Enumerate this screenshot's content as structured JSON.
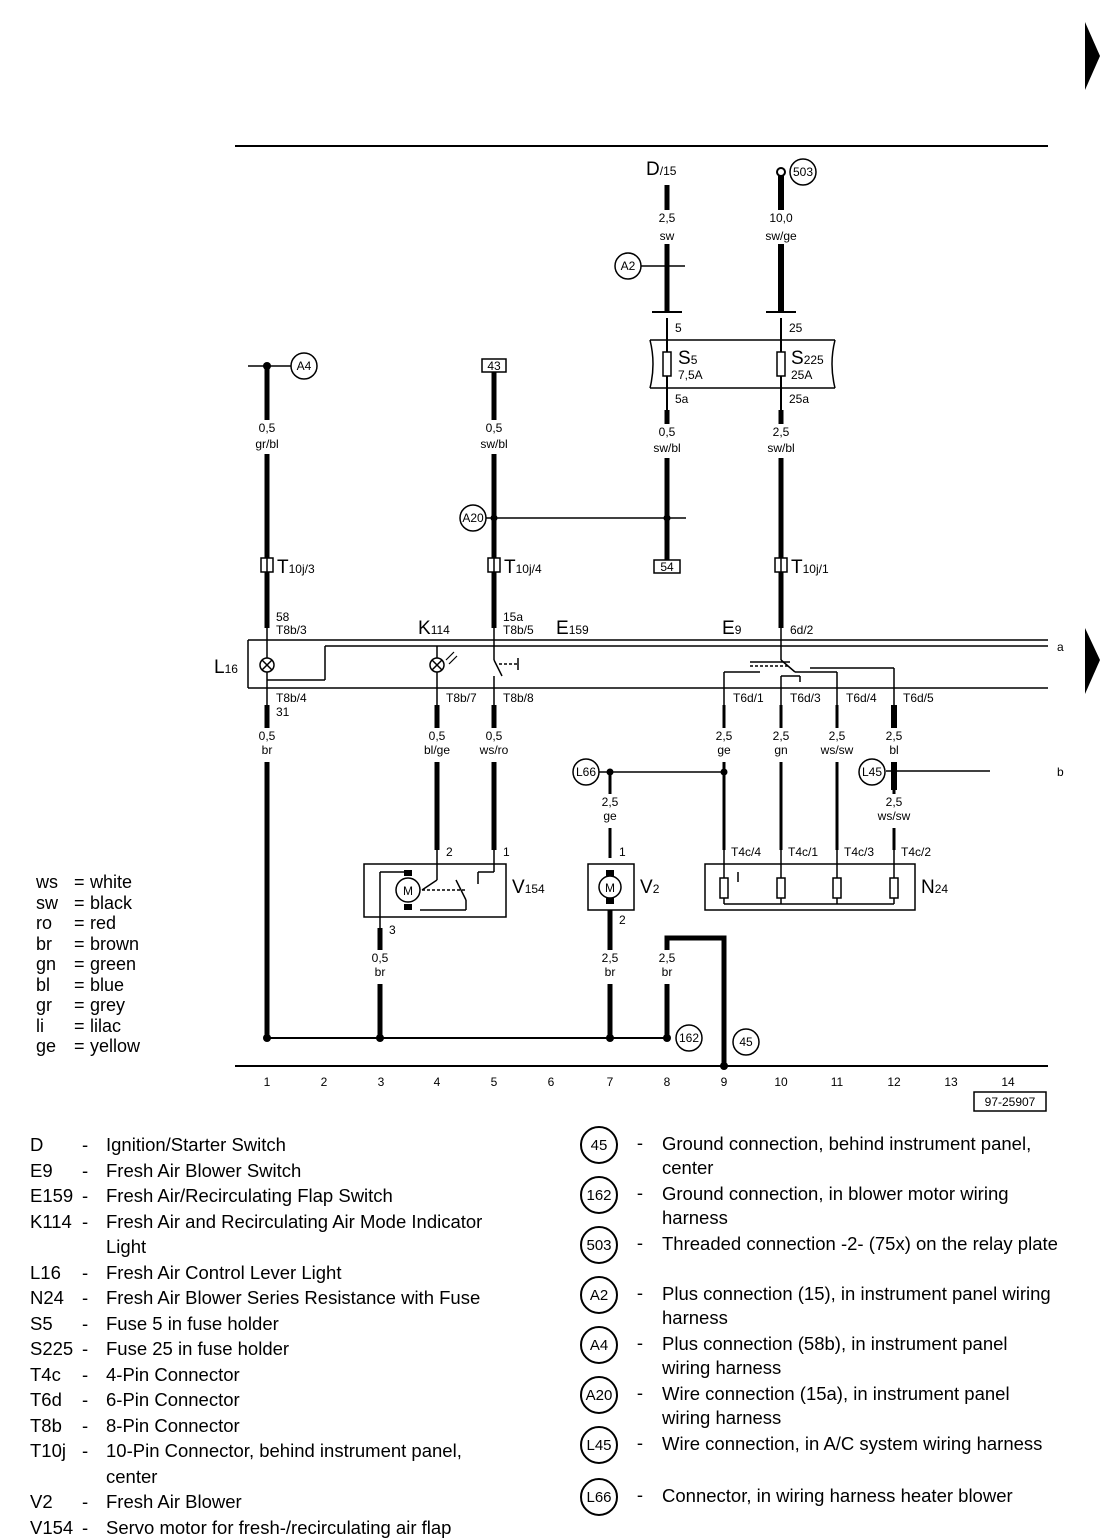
{
  "diagram": {
    "reference": "97-25907",
    "column_numbers": [
      "1",
      "2",
      "3",
      "4",
      "5",
      "6",
      "7",
      "8",
      "9",
      "10",
      "11",
      "12",
      "13",
      "14"
    ],
    "labels": {
      "d_main": "D",
      "d_sub": "/15",
      "s5_main": "S",
      "s5_sub": "5",
      "s5_rating": "7,5A",
      "s225_main": "S",
      "s225_sub": "225",
      "s225_rating": "25A",
      "t10j3_main": "T",
      "t10j3_sub": "10j/3",
      "t10j4_main": "T",
      "t10j4_sub": "10j/4",
      "t10j1_main": "T",
      "t10j1_sub": "10j/1",
      "k114_main": "K",
      "k114_sub": "114",
      "e159_main": "E",
      "e159_sub": "159",
      "e9_main": "E",
      "e9_sub": "9",
      "l16_main": "L",
      "l16_sub": "16",
      "v154_main": "V",
      "v154_sub": "154",
      "v2_main": "V",
      "v2_sub": "2",
      "n24_main": "N",
      "n24_sub": "24",
      "letter_a": "a",
      "letter_b": "b",
      "box_43": "43",
      "box_54": "54",
      "pin_5": "5",
      "pin_5a": "5a",
      "pin_25": "25",
      "pin_25a": "25a",
      "pin_58": "58",
      "pin_t8b3": "T8b/3",
      "pin_15a": "15a",
      "pin_t8b5": "T8b/5",
      "pin_6d2": "6d/2",
      "pin_t8b4": "T8b/4",
      "pin_31": "31",
      "pin_t8b7": "T8b/7",
      "pin_t8b8": "T8b/8",
      "pin_t6d1": "T6d/1",
      "pin_t6d3": "T6d/3",
      "pin_t6d4": "T6d/4",
      "pin_t6d5": "T6d/5",
      "pin_v154_2": "2",
      "pin_v154_1": "1",
      "pin_v154_3": "3",
      "pin_v2_1": "1",
      "pin_v2_2": "2",
      "pin_t4c4": "T4c/4",
      "pin_t4c1": "T4c/1",
      "pin_t4c3": "T4c/3",
      "pin_t4c2": "T4c/2",
      "motor_m": "M"
    },
    "wires": [
      {
        "id": "w1",
        "size": "2,5",
        "color": "sw"
      },
      {
        "id": "w2",
        "size": "10,0",
        "color": "sw/ge"
      },
      {
        "id": "w3",
        "size": "0,5",
        "color": "gr/bl"
      },
      {
        "id": "w4",
        "size": "0,5",
        "color": "sw/bl"
      },
      {
        "id": "w5",
        "size": "0,5",
        "color": "sw/bl"
      },
      {
        "id": "w6",
        "size": "2,5",
        "color": "sw/bl"
      },
      {
        "id": "w7",
        "size": "0,5",
        "color": "br"
      },
      {
        "id": "w8",
        "size": "0,5",
        "color": "bl/ge"
      },
      {
        "id": "w9",
        "size": "0,5",
        "color": "ws/ro"
      },
      {
        "id": "w10",
        "size": "2,5",
        "color": "ge"
      },
      {
        "id": "w11",
        "size": "2,5",
        "color": "gn"
      },
      {
        "id": "w12",
        "size": "2,5",
        "color": "ws/sw"
      },
      {
        "id": "w13",
        "size": "2,5",
        "color": "bl"
      },
      {
        "id": "w14",
        "size": "2,5",
        "color": "ge"
      },
      {
        "id": "w15",
        "size": "2,5",
        "color": "ws/sw"
      },
      {
        "id": "w16",
        "size": "0,5",
        "color": "br"
      },
      {
        "id": "w17",
        "size": "2,5",
        "color": "br"
      },
      {
        "id": "w18",
        "size": "2,5",
        "color": "br"
      }
    ],
    "circles": {
      "c503": "503",
      "a2": "A2",
      "a4": "A4",
      "a20": "A20",
      "l66": "L66",
      "l45": "L45",
      "c162": "162",
      "c45": "45"
    }
  },
  "color_legend": [
    {
      "abbr": "ws",
      "name": "white"
    },
    {
      "abbr": "sw",
      "name": "black"
    },
    {
      "abbr": "ro",
      "name": "red"
    },
    {
      "abbr": "br",
      "name": "brown"
    },
    {
      "abbr": "gn",
      "name": "green"
    },
    {
      "abbr": "bl",
      "name": "blue"
    },
    {
      "abbr": "gr",
      "name": "grey"
    },
    {
      "abbr": "li",
      "name": "lilac"
    },
    {
      "abbr": "ge",
      "name": "yellow"
    }
  ],
  "component_legend": [
    {
      "code": "D",
      "desc": "Ignition/Starter Switch"
    },
    {
      "code": "E9",
      "desc": "Fresh Air Blower Switch"
    },
    {
      "code": "E159",
      "desc": "Fresh Air/Recirculating Flap Switch"
    },
    {
      "code": "K114",
      "desc": "Fresh Air and Recirculating Air Mode Indicator",
      "desc2": "Light"
    },
    {
      "code": "L16",
      "desc": "Fresh Air Control Lever Light"
    },
    {
      "code": "N24",
      "desc": "Fresh Air Blower Series Resistance with Fuse"
    },
    {
      "code": "S5",
      "desc": "Fuse 5 in fuse holder"
    },
    {
      "code": "S225",
      "desc": "Fuse 25 in fuse holder"
    },
    {
      "code": "T4c",
      "desc": "4-Pin Connector"
    },
    {
      "code": "T6d",
      "desc": "6-Pin Connector"
    },
    {
      "code": "T8b",
      "desc": "8-Pin Connector"
    },
    {
      "code": "T10j",
      "desc": "10-Pin Connector, behind instrument panel,",
      "desc2": "center"
    },
    {
      "code": "V2",
      "desc": "Fresh Air Blower"
    },
    {
      "code": "V154",
      "desc": "Servo motor for fresh-/recirculating air flap"
    }
  ],
  "connection_legend": [
    {
      "code": "45",
      "desc": "Ground connection, behind instrument panel,",
      "desc2": "center"
    },
    {
      "code": "162",
      "desc": "Ground connection, in blower motor wiring",
      "desc2": "harness"
    },
    {
      "code": "503",
      "desc": "Threaded connection -2- (75x) on the relay plate"
    },
    {
      "code": "A2",
      "desc": "Plus connection (15), in instrument panel wiring",
      "desc2": "harness"
    },
    {
      "code": "A4",
      "desc": "Plus connection (58b), in instrument panel",
      "desc2": "wiring harness"
    },
    {
      "code": "A20",
      "desc": "Wire connection (15a), in instrument panel",
      "desc2": "wiring harness"
    },
    {
      "code": "L45",
      "desc": "Wire connection, in A/C system wiring harness"
    },
    {
      "code": "L66",
      "desc": "Connector, in wiring harness heater blower"
    }
  ],
  "dash": "-",
  "equals": "="
}
